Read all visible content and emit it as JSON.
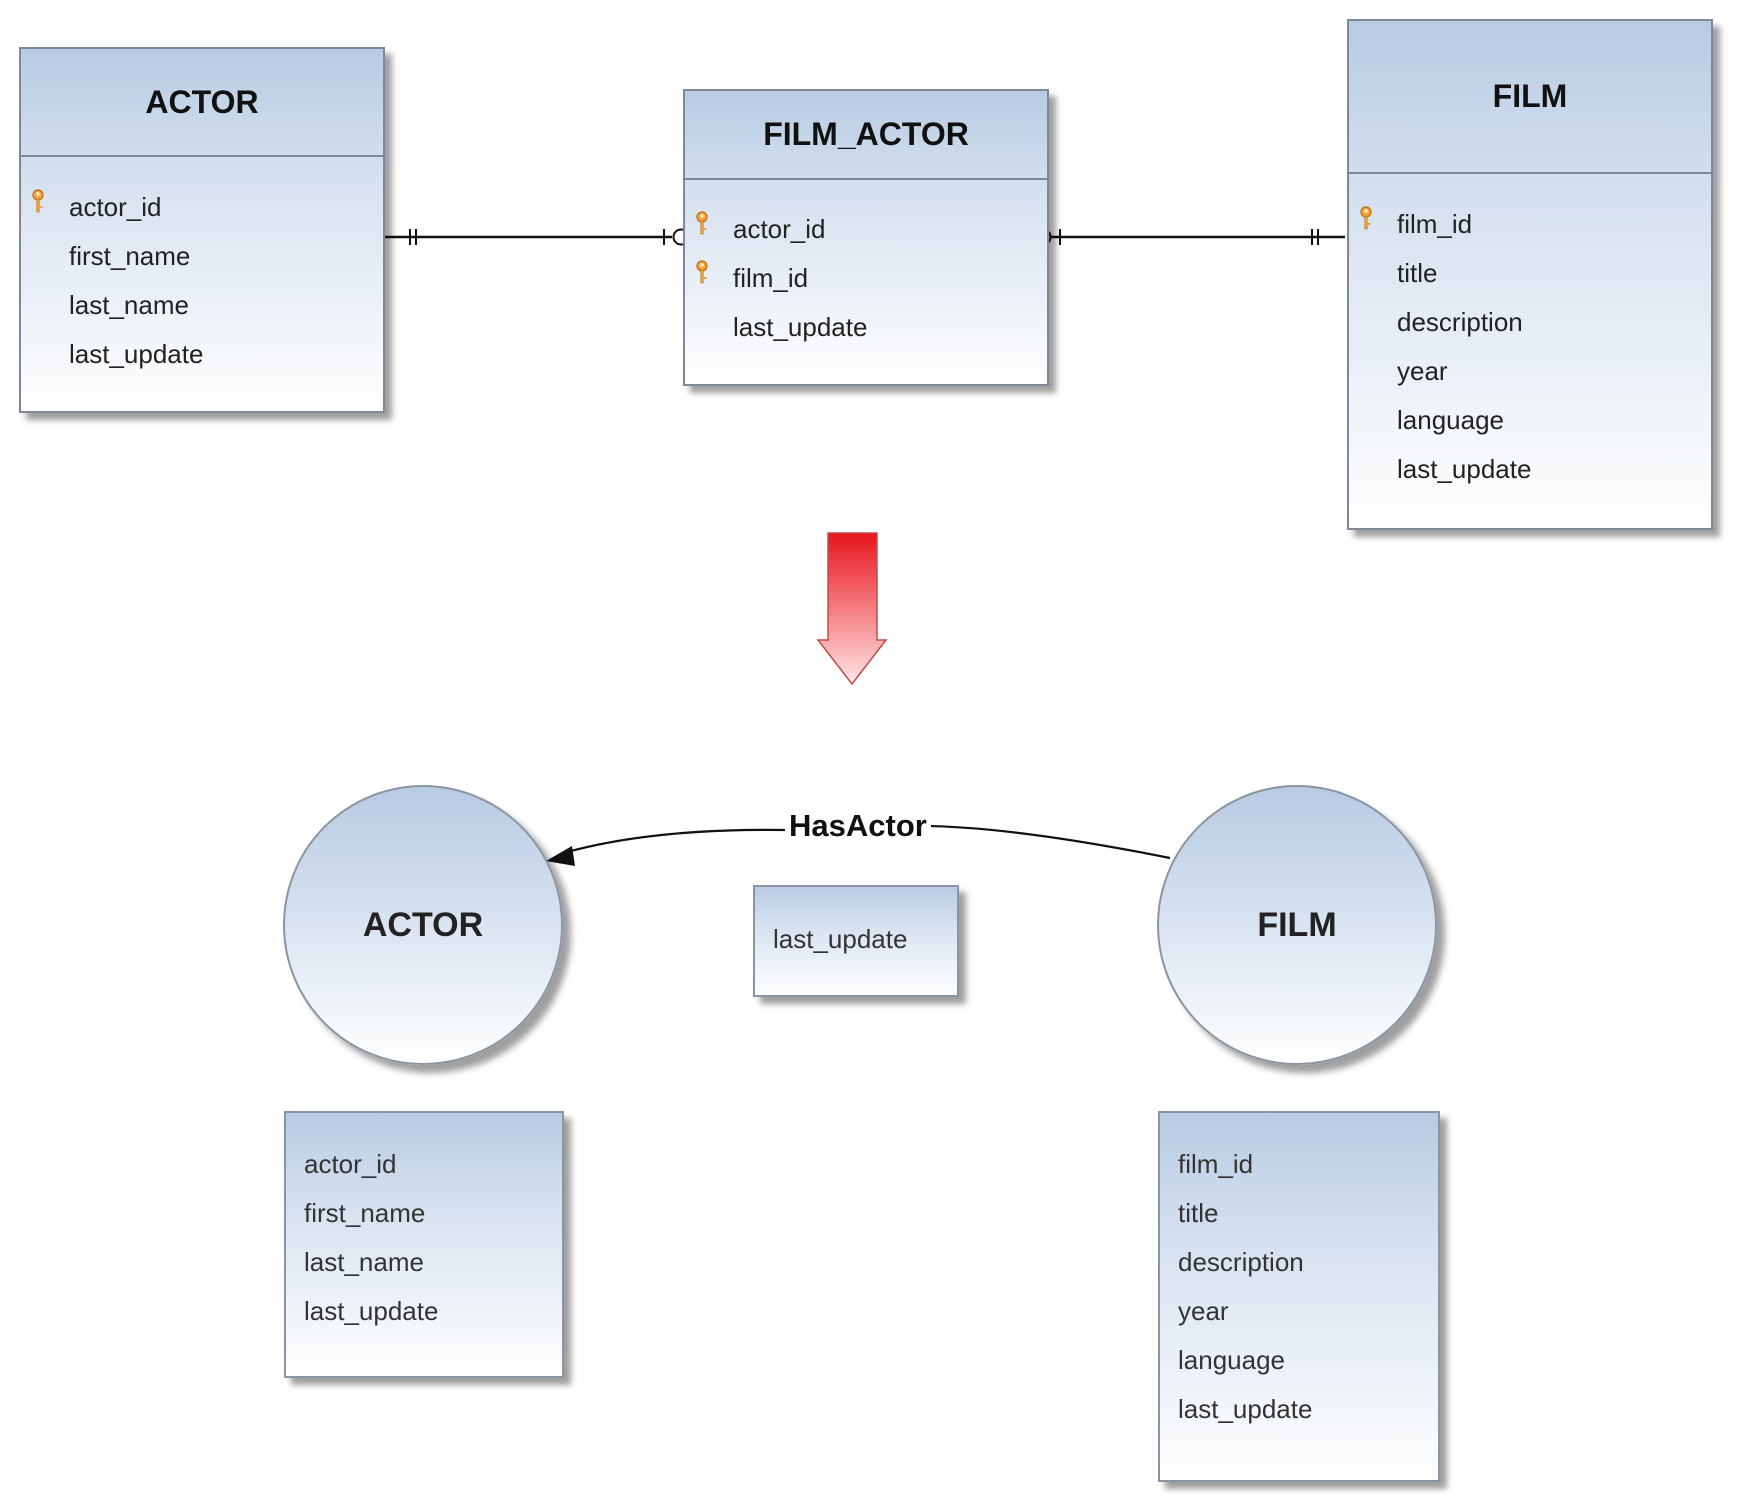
{
  "tables": {
    "actor": {
      "title": "ACTOR",
      "fields": [
        {
          "name": "actor_id",
          "key": true
        },
        {
          "name": "first_name",
          "key": false
        },
        {
          "name": "last_name",
          "key": false
        },
        {
          "name": "last_update",
          "key": false
        }
      ]
    },
    "film_actor": {
      "title": "FILM_ACTOR",
      "fields": [
        {
          "name": "actor_id",
          "key": true
        },
        {
          "name": "film_id",
          "key": true
        },
        {
          "name": "last_update",
          "key": false
        }
      ]
    },
    "film": {
      "title": "FILM",
      "fields": [
        {
          "name": "film_id",
          "key": true
        },
        {
          "name": "title",
          "key": false
        },
        {
          "name": "description",
          "key": false
        },
        {
          "name": "year",
          "key": false
        },
        {
          "name": "language",
          "key": false
        },
        {
          "name": "last_update",
          "key": false
        }
      ]
    }
  },
  "graph": {
    "actor_node": "ACTOR",
    "film_node": "FILM",
    "relationship_label": "HasActor",
    "relationship_properties": [
      "last_update"
    ],
    "actor_properties": [
      "actor_id",
      "first_name",
      "last_name",
      "last_update"
    ],
    "film_properties": [
      "film_id",
      "title",
      "description",
      "year",
      "language",
      "last_update"
    ]
  },
  "colors": {
    "key_icon": "#f2a33a",
    "arrow_top": "#e8141c",
    "arrow_bottom": "#ffe6e6",
    "box_top": "#b8cbe3",
    "border": "#7f8995"
  },
  "icons": {
    "key": "key-icon",
    "transform_arrow": "down-arrow-icon"
  }
}
